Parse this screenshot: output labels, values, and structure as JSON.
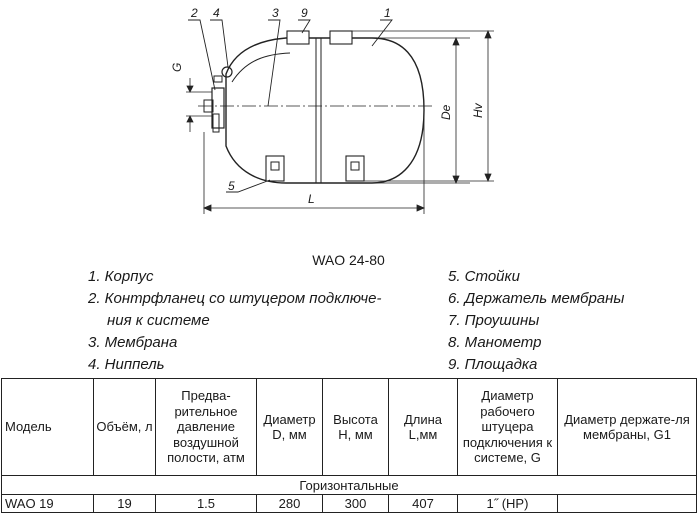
{
  "drawing": {
    "callouts": [
      "2",
      "4",
      "3",
      "9",
      "1",
      "5"
    ],
    "dimensions": {
      "g": "G",
      "de": "De",
      "hv": "Hv",
      "l": "L"
    }
  },
  "caption": "WAO 24-80",
  "legend": {
    "left": [
      {
        "text": "1. Корпус"
      },
      {
        "text": "2. Контрфланец со штуцером подключе-",
        "cont": "ния к системе"
      },
      {
        "text": "3. Мембрана"
      },
      {
        "text": "4. Ниппель"
      }
    ],
    "right": [
      {
        "text": "5. Стойки"
      },
      {
        "text": "6. Держатель мембраны"
      },
      {
        "text": "7. Проушины"
      },
      {
        "text": "8. Манометр"
      },
      {
        "text": "9. Площадка"
      }
    ]
  },
  "table": {
    "headers": [
      "Модель",
      "Объём, л",
      "Предва-рительное давление воздушной полости, атм",
      "Диаметр D, мм",
      "Высота H, мм",
      "Длина L,мм",
      "Диаметр рабочего штуцера подключения к системе, G",
      "Диаметр держате-ля мембраны, G1"
    ],
    "group_label": "Горизонтальные",
    "rows": [
      [
        "WAO 19",
        "19",
        "1.5",
        "280",
        "300",
        "407",
        "1˝ (НР)",
        ""
      ]
    ]
  }
}
